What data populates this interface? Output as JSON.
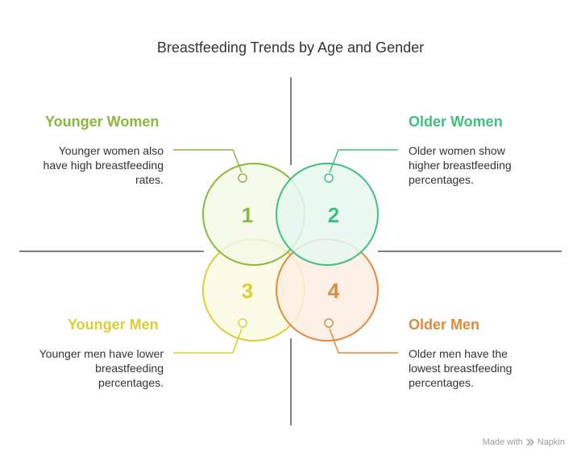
{
  "title": "Breastfeeding Trends by Age and Gender",
  "quadrants": [
    {
      "number": "1",
      "heading": "Younger Women",
      "desc_lines": [
        "Younger women also",
        "have high breastfeeding",
        "rates."
      ],
      "color": "#8db63c",
      "fill": "#f3f8e6"
    },
    {
      "number": "2",
      "heading": "Older Women",
      "desc_lines": [
        "Older women show",
        "higher breastfeeding",
        "percentages."
      ],
      "color": "#3fbf7f",
      "fill": "#e6f8ef"
    },
    {
      "number": "3",
      "heading": "Younger Men",
      "desc_lines": [
        "Younger men have lower",
        "breastfeeding",
        "percentages."
      ],
      "color": "#d9cf32",
      "fill": "#fcfae0"
    },
    {
      "number": "4",
      "heading": "Older Men",
      "desc_lines": [
        "Older men have the",
        "lowest breastfeeding",
        "percentages."
      ],
      "color": "#e0893a",
      "fill": "#fdefe3"
    }
  ],
  "footer": {
    "made_with": "Made with",
    "brand": "Napkin",
    "logo_icon": "napkin-logo-icon"
  }
}
